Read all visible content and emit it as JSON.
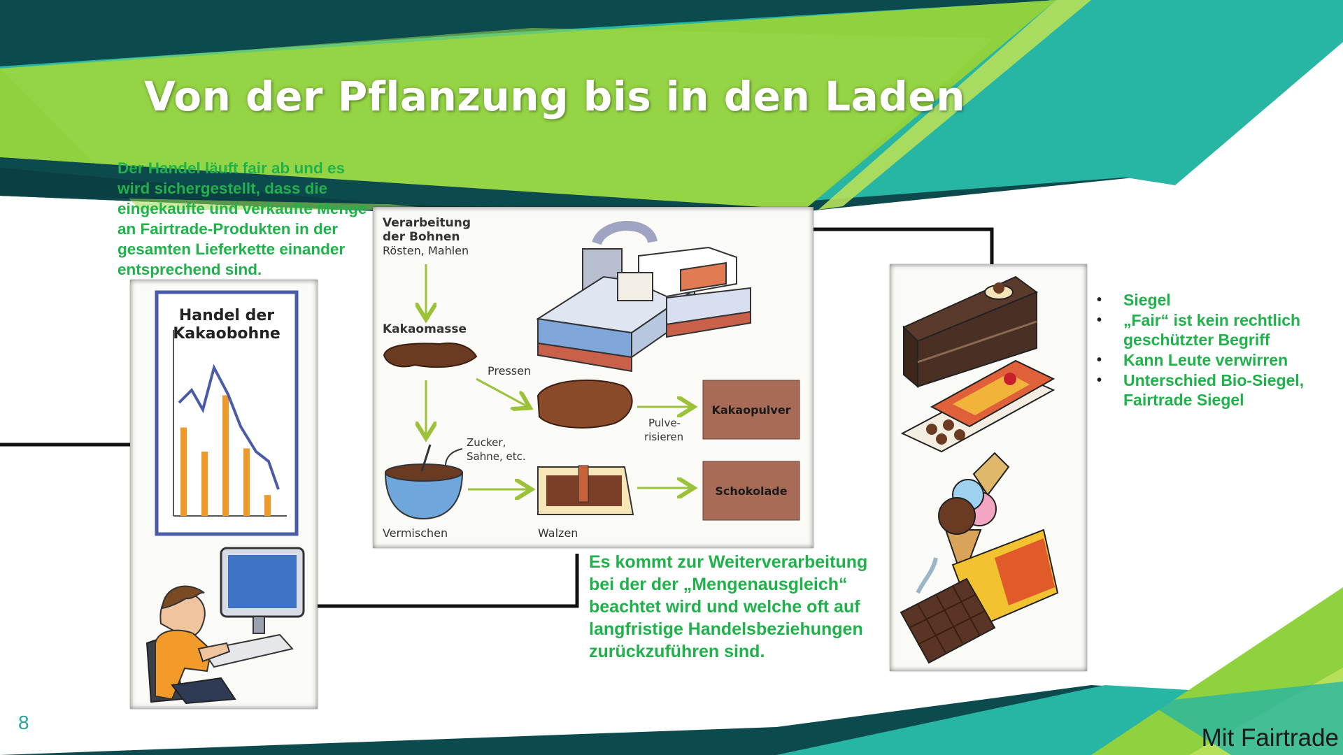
{
  "slide": {
    "title": "Von der Pflanzung bis in den Laden",
    "page_number": "8",
    "footer": "Mit Fairtrade",
    "intro_text": "Der Handel läuft fair ab und es wird sichergestellt, dass die eingekaufte und verkaufte Menge an Fairtrade-Produkten in der gesamten Lieferkette einander entsprechend sind.",
    "processing_text": "Es kommt zur Weiterverarbeitung bei der der „Mengenausgleich“ beachtet wird und welche oft auf langfristige Handelsbeziehungen zurückzuführen sind.",
    "bullets": [
      "Siegel",
      "„Fair“ ist kein rechtlich geschützter Begriff",
      "Kann Leute verwirren",
      "Unterschied Bio-Siegel, Fairtrade Siegel"
    ]
  },
  "trade_picture": {
    "heading_line1": "Handel der",
    "heading_line2": "Kakaobohne",
    "bar_levels": [
      0.55,
      0.4,
      0.75,
      0.42,
      0.13
    ]
  },
  "process_picture": {
    "step_processing_line1": "Verarbeitung",
    "step_processing_line2": "der Bohnen",
    "step_roasting": "Rösten, Mahlen",
    "cocoa_mass": "Kakaomasse",
    "pressing": "Pressen",
    "pulverize_line1": "Pulve-",
    "pulverize_line2": "risieren",
    "cocoa_powder": "Kakaopulver",
    "additives_line1": "Zucker,",
    "additives_line2": "Sahne, etc.",
    "mixing": "Vermischen",
    "rolling": "Walzen",
    "chocolate": "Schokolade"
  },
  "colors": {
    "teal_dark": "#0d4a4e",
    "teal": "#27b5a4",
    "green": "#8fd13f",
    "light_green": "#b6e05a",
    "text_green": "#1fb24a",
    "box_brown": "#a86b58",
    "arrow_green": "#9cc23a"
  }
}
